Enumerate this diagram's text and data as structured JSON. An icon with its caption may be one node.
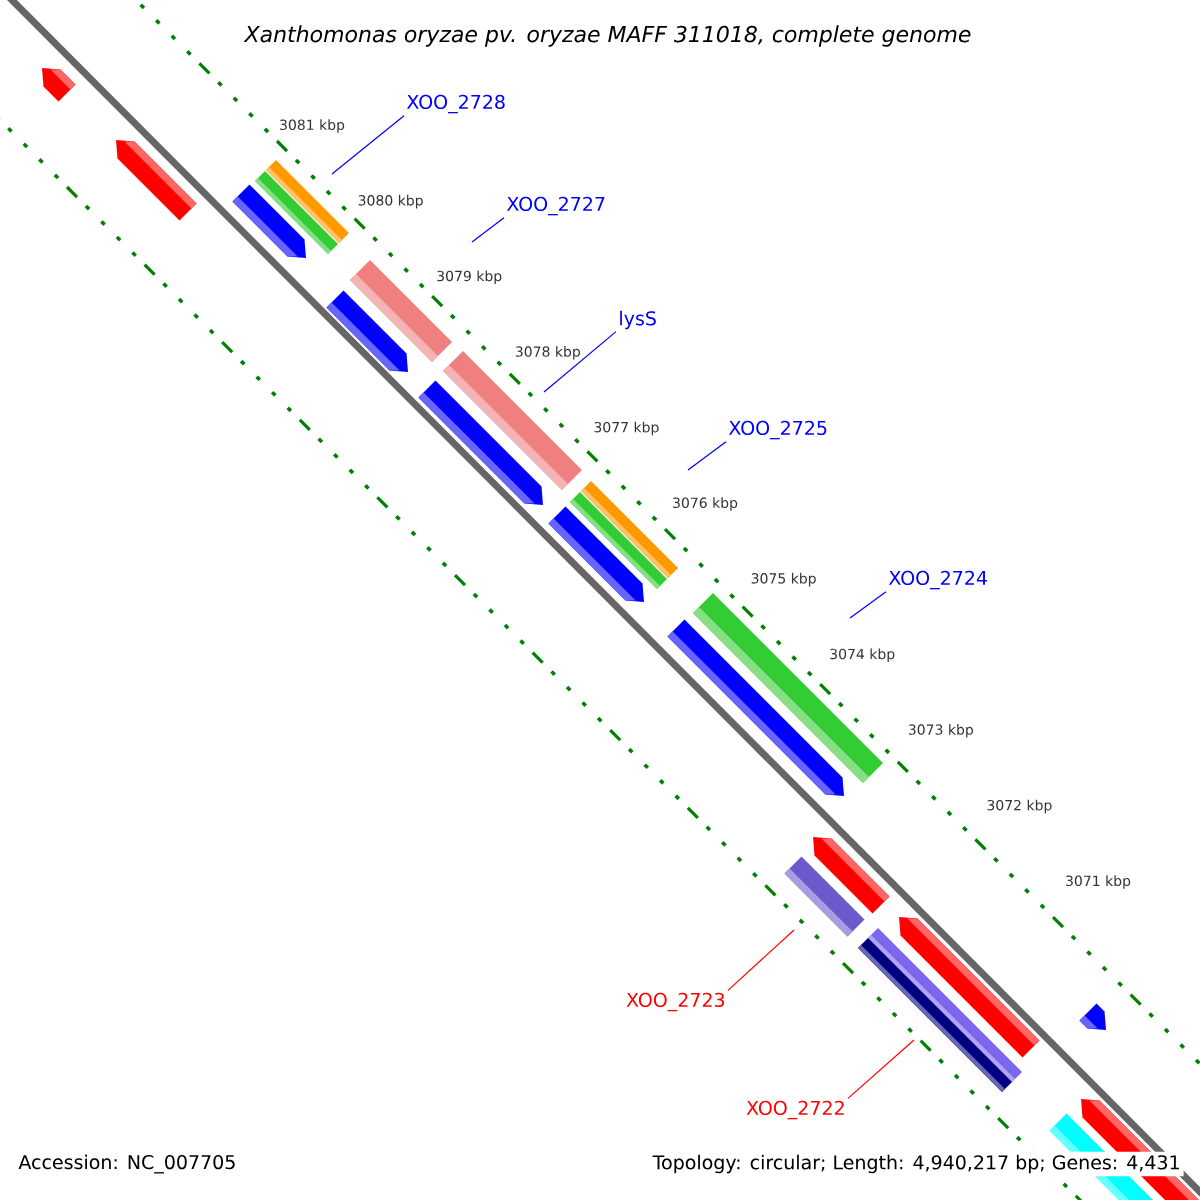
{
  "diagram": {
    "title": "*Xanthomonas oryzae* pv. *oryzae* MAFF 311018, complete genome",
    "nodes": [
      {
        "text": [
          "XOO_2728"
        ]
      },
      {
        "text": [
          "XOO_2727"
        ]
      },
      {
        "text": [
          "lysS"
        ]
      },
      {
        "text": [
          "XOO_2725"
        ]
      },
      {
        "text": [
          "XOO_2724"
        ]
      },
      {
        "text": [
          "XOO_2723"
        ]
      },
      {
        "text": [
          "XOO_2722"
        ]
      }
    ],
    "edges": [
      {
        "from": 0,
        "to": null,
        "arrow": "none"
      },
      {
        "from": 1,
        "to": null,
        "arrow": "none"
      },
      {
        "from": 2,
        "to": null,
        "arrow": "none"
      },
      {
        "from": 3,
        "to": null,
        "arrow": "none"
      },
      {
        "from": 4,
        "to": null,
        "arrow": "none"
      },
      {
        "from": 5,
        "to": null,
        "arrow": "none",
        "color": "#ff0000"
      },
      {
        "from": 6,
        "to": null,
        "arrow": "none",
        "color": "#ff0000"
      }
    ],
    "labels": [
      "3081 kbp",
      "3080 kbp",
      "3079 kbp",
      "3078 kbp",
      "3077 kbp",
      "3076 kbp",
      "3075 kbp",
      "3074 kbp",
      "3073 kbp",
      "3072 kbp",
      "3071 kbp",
      "Accession: NC_007705",
      "Topology: circular; Length: 4,940,217 bp; Genes: 4,431"
    ]
  }
}
